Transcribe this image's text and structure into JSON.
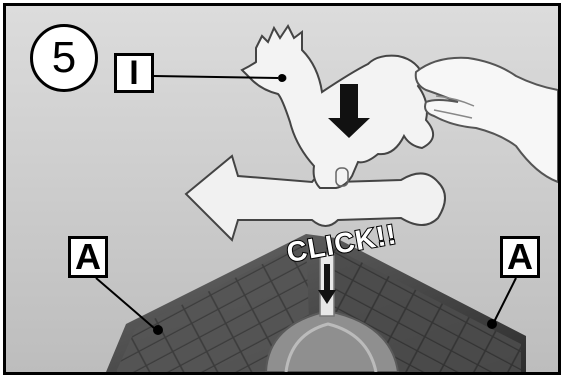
{
  "step": {
    "number": "5"
  },
  "callouts": {
    "part_i": "I",
    "part_a_left": "A",
    "part_a_right": "A"
  },
  "annotation": {
    "click": "CLICK!!"
  }
}
